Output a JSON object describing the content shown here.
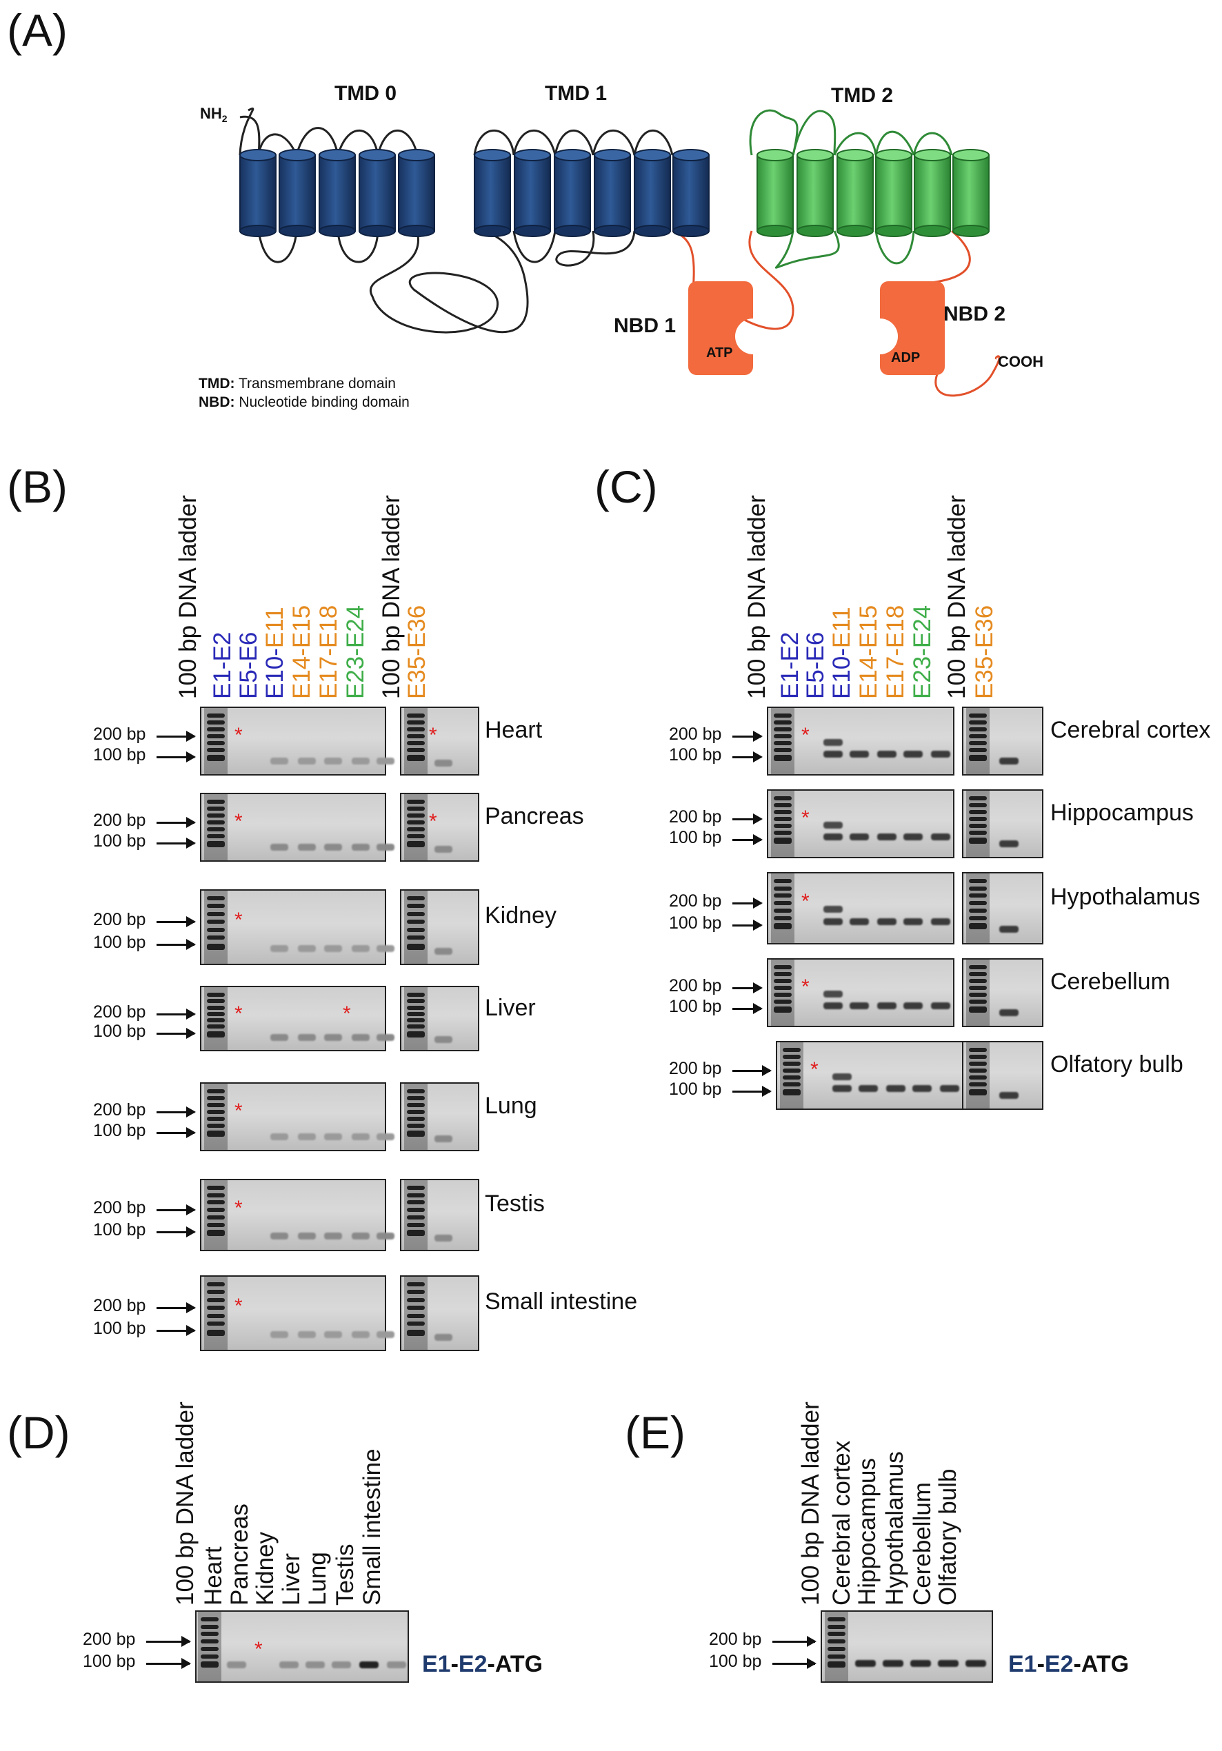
{
  "panel_letters": {
    "a": "(A)",
    "b": "(B)",
    "c": "(C)",
    "d": "(D)",
    "e": "(E)"
  },
  "topology": {
    "tmd0": "TMD 0",
    "tmd1": "TMD 1",
    "tmd2": "TMD 2",
    "nbd1": "NBD 1",
    "nbd2": "NBD 2",
    "nh2": "NH",
    "nh2_sub": "2",
    "cooh": "COOH",
    "atp": "ATP",
    "adp": "ADP",
    "legend_tmd_key": "TMD:",
    "legend_tmd_text": " Transmembrane domain",
    "legend_nbd_key": "NBD:",
    "legend_nbd_text": " Nucleotide binding domain",
    "colors": {
      "tmd01": "#1f3b6e",
      "tmd2": "#3fae49",
      "nbd": "#f26a3d",
      "line_dark": "#222222",
      "line_orange": "#e2502a",
      "line_green": "#2f8a37"
    }
  },
  "lanes_bc": [
    {
      "text": "100 bp DNA ladder",
      "color": "#111111"
    },
    {
      "parts": [
        {
          "t": "E1",
          "c": "#2a2ab8"
        },
        {
          "t": "-",
          "c": "#2a2ab8"
        },
        {
          "t": "E2",
          "c": "#2a2ab8"
        }
      ]
    },
    {
      "parts": [
        {
          "t": "E5",
          "c": "#2a2ab8"
        },
        {
          "t": "-",
          "c": "#2a2ab8"
        },
        {
          "t": "E6",
          "c": "#2a2ab8"
        }
      ]
    },
    {
      "parts": [
        {
          "t": "E10",
          "c": "#2a2ab8"
        },
        {
          "t": "-",
          "c": "#2a2ab8"
        },
        {
          "t": "E11",
          "c": "#e58a1f"
        }
      ]
    },
    {
      "parts": [
        {
          "t": "E14-E15",
          "c": "#e58a1f"
        }
      ]
    },
    {
      "parts": [
        {
          "t": "E17-E18",
          "c": "#e58a1f"
        }
      ]
    },
    {
      "parts": [
        {
          "t": "E23-E24",
          "c": "#3fae49"
        }
      ]
    },
    {
      "text": "100 bp DNA ladder",
      "color": "#111111"
    },
    {
      "parts": [
        {
          "t": "E35-E36",
          "c": "#e58a1f"
        }
      ]
    }
  ],
  "bp": {
    "b200": "200 bp",
    "b100": "100 bp"
  },
  "star": "*",
  "tissues_b": [
    "Heart",
    "Pancreas",
    "Kidney",
    "Liver",
    "Lung",
    "Testis",
    "Small intestine"
  ],
  "tissues_c": [
    "Cerebral cortex",
    "Hippocampus",
    "Hypothalamus",
    "Cerebellum",
    "Olfatory bulb"
  ],
  "lanes_d": [
    "100 bp DNA ladder",
    "Heart",
    "Pancreas",
    "Kidney",
    "Liver",
    "Lung",
    "Testis",
    "Small intestine"
  ],
  "lanes_e": [
    "100 bp DNA ladder",
    "Cerebral cortex",
    "Hippocampus",
    "Hypothalamus",
    "Cerebellum",
    "Olfatory bulb"
  ],
  "atg": {
    "e1": "E1",
    "dash": "-",
    "e2": "E2",
    "suffix": "-ATG"
  }
}
